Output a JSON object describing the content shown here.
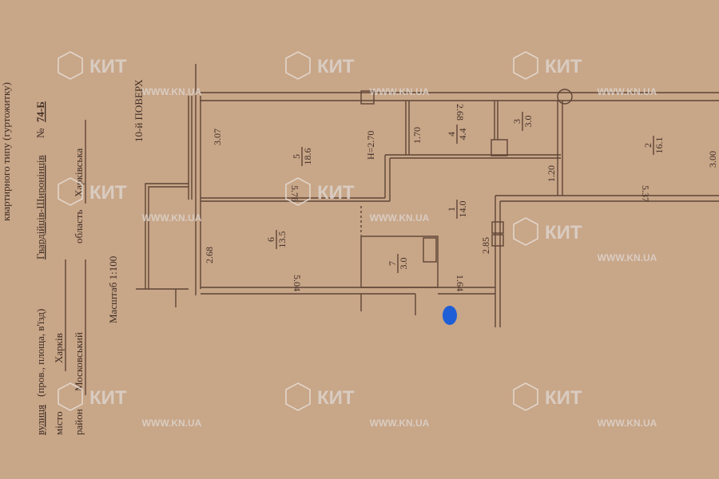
{
  "header": {
    "type_line": "квартирного типу (гуртожитку)",
    "street_label": "вулиця",
    "street_kind": "(пров., площа, в'їзд)",
    "street_name": "Гвардійців-Широнінців",
    "number_label": "№",
    "number": "74-Б",
    "city_label": "місто",
    "city": "Харків",
    "district_label": "район",
    "district": "Московський",
    "region_label": "область",
    "region": "Харківська",
    "scale": "Масштаб 1:100",
    "floor": "10-й ПОВЕРХ"
  },
  "rooms": [
    {
      "num": "1",
      "area": "14.0"
    },
    {
      "num": "2",
      "area": "16.1"
    },
    {
      "num": "3",
      "area": "3.0"
    },
    {
      "num": "4",
      "area": "4.4"
    },
    {
      "num": "5",
      "area": "18.6"
    },
    {
      "num": "6",
      "area": "13.5"
    },
    {
      "num": "7",
      "area": "3.0"
    }
  ],
  "dimensions": {
    "d307": "3.07",
    "d576": "5.76",
    "h": "H=2.70",
    "d170": "1.70",
    "d268a": "2.68",
    "d120": "1.20",
    "d537": "5.37",
    "d300": "3.00",
    "d285": "2.85",
    "d268b": "2.68",
    "d504": "5.04",
    "d164": "1.64"
  },
  "watermark": {
    "logo": "КИТ",
    "url": "WWW.KN.UA",
    "color": "#e6ddd6"
  },
  "colors": {
    "paper": "#c8a688",
    "ink": "#5e4536",
    "marker": "#1f5fd6"
  }
}
